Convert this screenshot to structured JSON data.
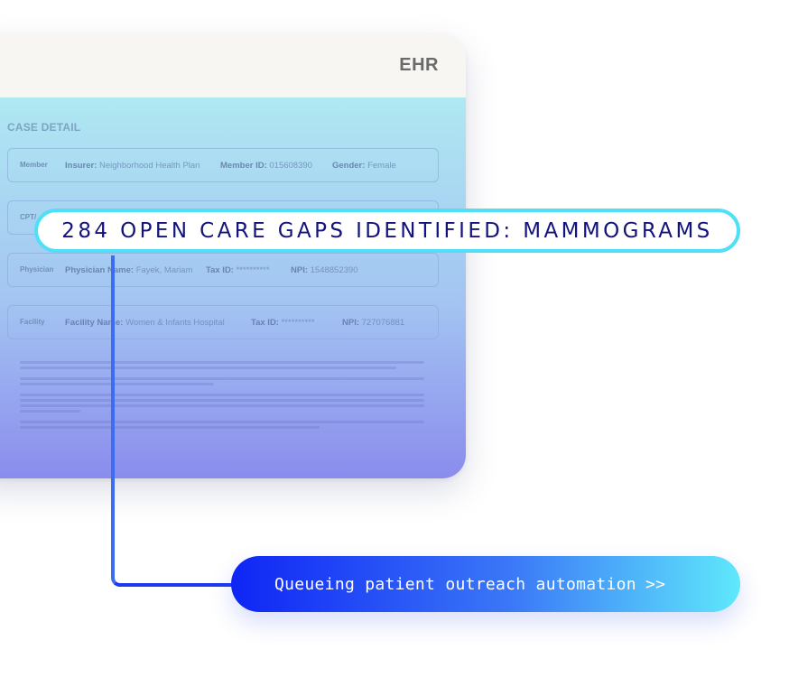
{
  "ehr_window": {
    "title": "EHR",
    "section_title": "CASE DETAIL",
    "member": {
      "label": "Member",
      "insurer_key": "Insurer:",
      "insurer": "Neighborhood Health Plan",
      "member_id_key": "Member ID:",
      "member_id": "015608390",
      "gender_key": "Gender:",
      "gender": "Female"
    },
    "cpt": {
      "label": "CPT/"
    },
    "physician": {
      "label": "Physician",
      "name_key": "Physician Name:",
      "name": "Fayek, Mariam",
      "tax_key": "Tax ID:",
      "tax": "**********",
      "npi_key": "NPI:",
      "npi": "1548852390"
    },
    "facility": {
      "label": "Facility",
      "name_key": "Facility Name:",
      "name": "Women & Infants Hospital",
      "tax_key": "Tax ID:",
      "tax": "**********",
      "npi_key": "NPI:",
      "npi": "727076881"
    }
  },
  "care_gaps": {
    "text": "284 OPEN CARE GAPS IDENTIFIED: MAMMOGRAMS",
    "border_color": "#4fe0f8",
    "text_color": "#12137c"
  },
  "outreach": {
    "label": "Queueing patient outreach automation",
    "chevrons": ">>",
    "gradient_start": "#0f25f5",
    "gradient_end": "#5fe8fb"
  }
}
